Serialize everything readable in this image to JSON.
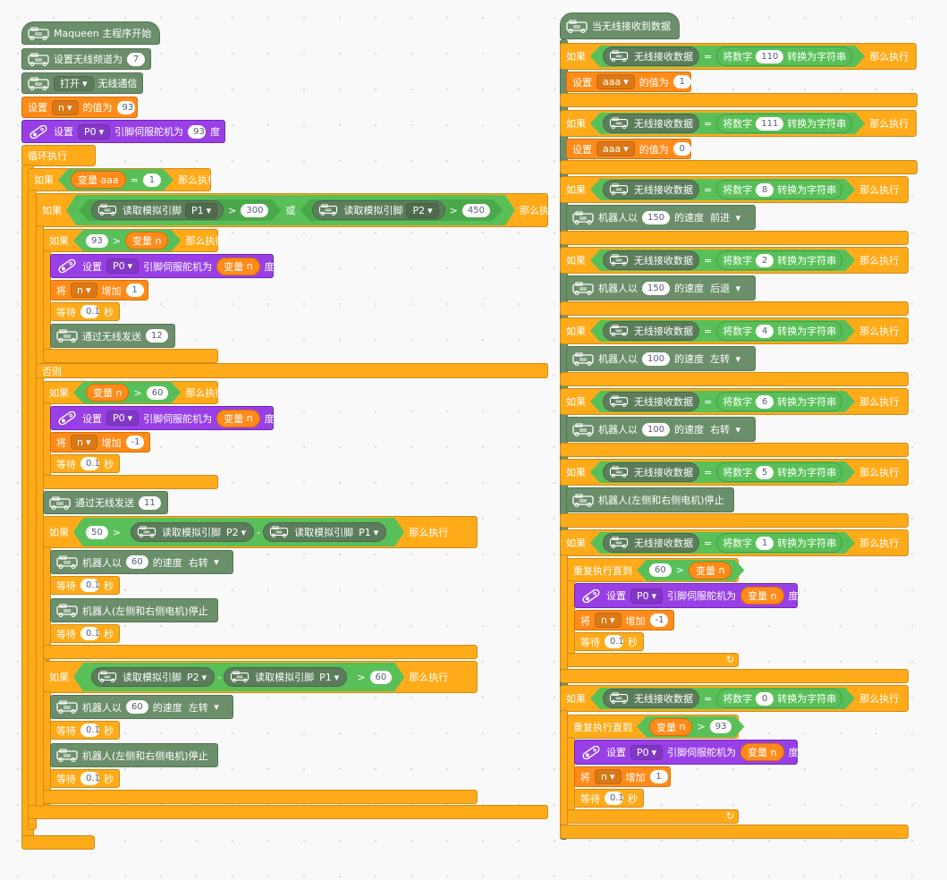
{
  "labels": {
    "maqueen_start": "Maqueen 主程序开始",
    "set_channel": "设置无线频道为",
    "channel": "7",
    "open": "打开",
    "wireless": "无线通信",
    "set": "设置",
    "var_n": "n",
    "var_aaa": "aaa",
    "value_is": "的值为",
    "pin_p0": "P0",
    "pin_p1": "P1",
    "pin_p2": "P2",
    "servo_to": "引脚伺服舵机为",
    "deg": "度",
    "forever": "循环执行",
    "if": "如果",
    "then": "那么执行",
    "else": "否则",
    "or": "或",
    "var": "变量",
    "read_analog": "读取模拟引脚",
    "inc_by": "将",
    "increase": "增加",
    "wait": "等待",
    "sec": "秒",
    "send_wireless": "通过无线发送",
    "robot_speed_pre": "机器人以",
    "speed_suffix": "的速度",
    "right": "右转",
    "left": "左转",
    "forward": "前进",
    "back": "后退",
    "stop": "机器人(左侧和右侧电机)停止",
    "on_receive": "当无线接收到数据",
    "recv_data": "无线接收数据",
    "eq": "=",
    "gt": ">",
    "minus": "-",
    "to_num": "将数字",
    "to_str": "转换为字符串",
    "repeat_until": "重复执行直到",
    "loop_arrow": "↻"
  },
  "values": {
    "n_init": "93",
    "servo_init": "93",
    "aaa_eq": "1",
    "p1_thresh": "300",
    "p2_thresh": "450",
    "n93": "93",
    "inc_pos": "1",
    "inc_neg": "-1",
    "wait01": "0.1",
    "send12": "12",
    "send11": "11",
    "n60": "60",
    "diff50": "50",
    "diff60": "60",
    "speed60": "60",
    "num110": "110",
    "num111": "111",
    "num8": "8",
    "num2": "2",
    "num4": "4",
    "num6": "6",
    "num5": "5",
    "num1": "1",
    "num0": "0",
    "aaa_set1": "1",
    "aaa_set0": "0",
    "speed150": "150",
    "speed100": "100",
    "rep_60": "60",
    "rep_93": "93"
  },
  "colors": {
    "control": "#ffab19",
    "data": "#ff8c1a",
    "maqueen": "#6b8e6b",
    "servo": "#9840e5",
    "operator": "#59c059"
  },
  "icons": {
    "maqueen": "maqueen-robot-icon",
    "servo": "servo-icon"
  }
}
